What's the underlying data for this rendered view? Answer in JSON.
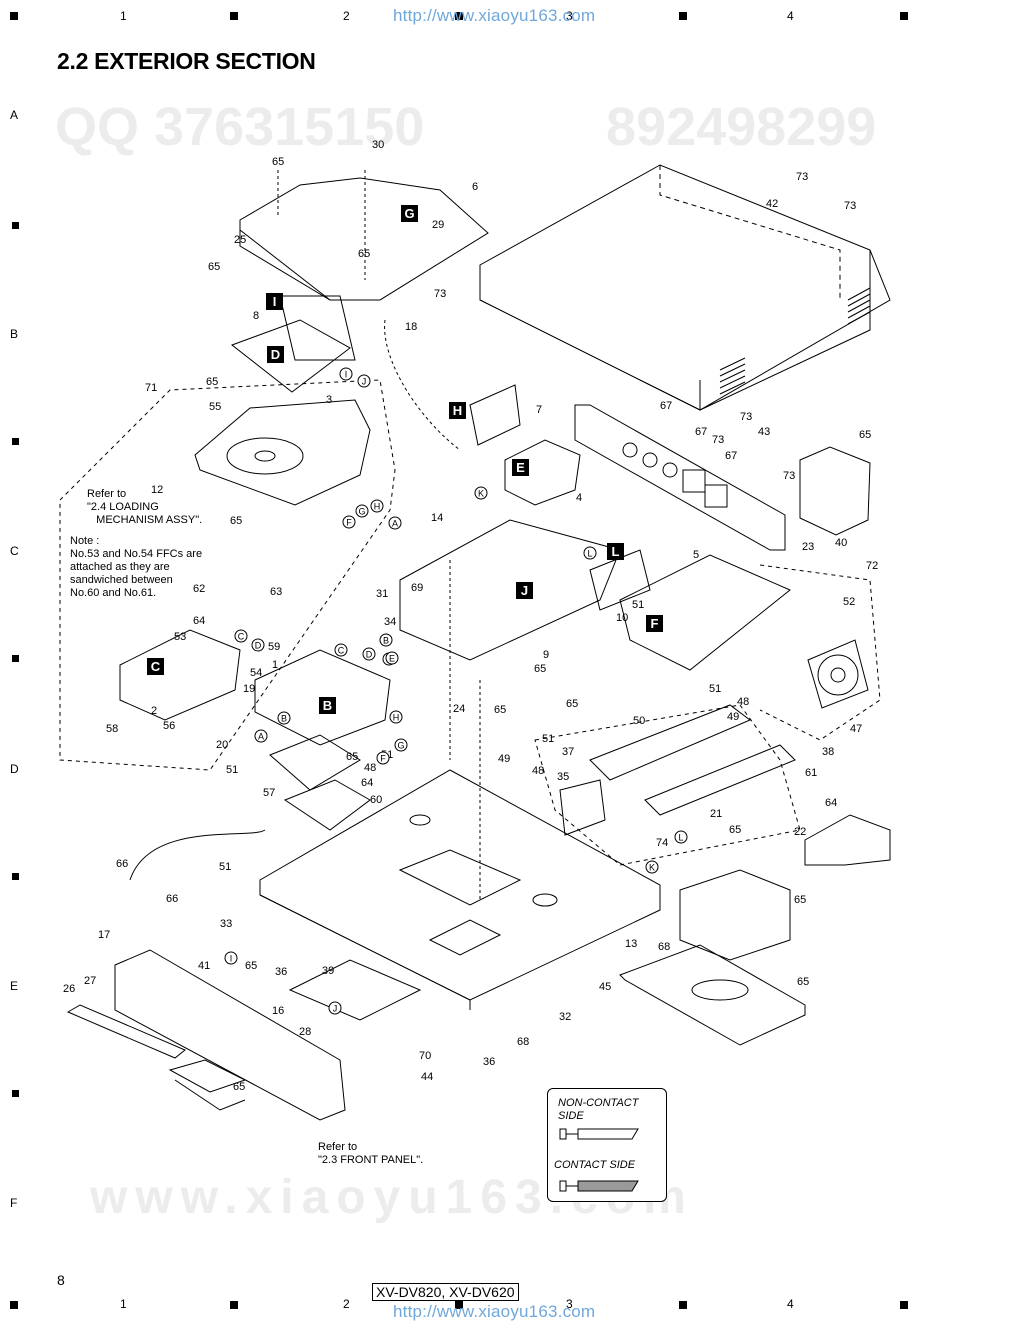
{
  "header": {
    "url": "http://www.xiaoyu163.com",
    "columns": [
      "1",
      "2",
      "3",
      "4"
    ]
  },
  "title": "2.2 EXTERIOR SECTION",
  "rows": [
    "A",
    "B",
    "C",
    "D",
    "E",
    "F"
  ],
  "watermarks": {
    "qq": "QQ 376315150",
    "num": "892498299",
    "www": "www.xiaoyu163.com"
  },
  "notes": {
    "refer_loading": "Refer to\n\"2.4 LOADING\n   MECHANISM ASSY\".",
    "note_ffc": "Note :\nNo.53 and No.54 FFCs are\nattached as they are\nsandwiched between\nNo.60 and No.61.",
    "refer_front": "Refer to\n\"2.3 FRONT PANEL\"."
  },
  "legend": {
    "non_contact": "NON-CONTACT\nSIDE",
    "contact": "CONTACT SIDE"
  },
  "board_labels": [
    "G",
    "I",
    "D",
    "H",
    "E",
    "J",
    "L",
    "F",
    "C",
    "B"
  ],
  "connector_labels": [
    "I",
    "J",
    "K",
    "F",
    "G",
    "H",
    "A",
    "L",
    "C",
    "D",
    "E",
    "B"
  ],
  "part_numbers": [
    "65",
    "30",
    "6",
    "29",
    "25",
    "65",
    "65",
    "73",
    "42",
    "73",
    "73",
    "8",
    "18",
    "3",
    "65",
    "71",
    "55",
    "7",
    "67",
    "73",
    "67",
    "73",
    "43",
    "67",
    "65",
    "12",
    "4",
    "14",
    "73",
    "40",
    "65",
    "62",
    "63",
    "64",
    "59",
    "69",
    "31",
    "34",
    "23",
    "5",
    "72",
    "52",
    "53",
    "10",
    "51",
    "54",
    "1",
    "2",
    "58",
    "56",
    "19",
    "20",
    "9",
    "65",
    "47",
    "24",
    "65",
    "51",
    "65",
    "48",
    "50",
    "49",
    "51",
    "38",
    "37",
    "51",
    "49",
    "48",
    "35",
    "61",
    "64",
    "60",
    "64",
    "57",
    "65",
    "48",
    "51",
    "21",
    "65",
    "66",
    "51",
    "74",
    "22",
    "66",
    "13",
    "65",
    "68",
    "17",
    "33",
    "65",
    "36",
    "39",
    "41",
    "27",
    "26",
    "45",
    "65",
    "16",
    "28",
    "32",
    "68",
    "36",
    "70",
    "44",
    "65"
  ],
  "footer": {
    "page": "8",
    "model": "XV-DV820, XV-DV620",
    "url": "http://www.xiaoyu163.com"
  }
}
